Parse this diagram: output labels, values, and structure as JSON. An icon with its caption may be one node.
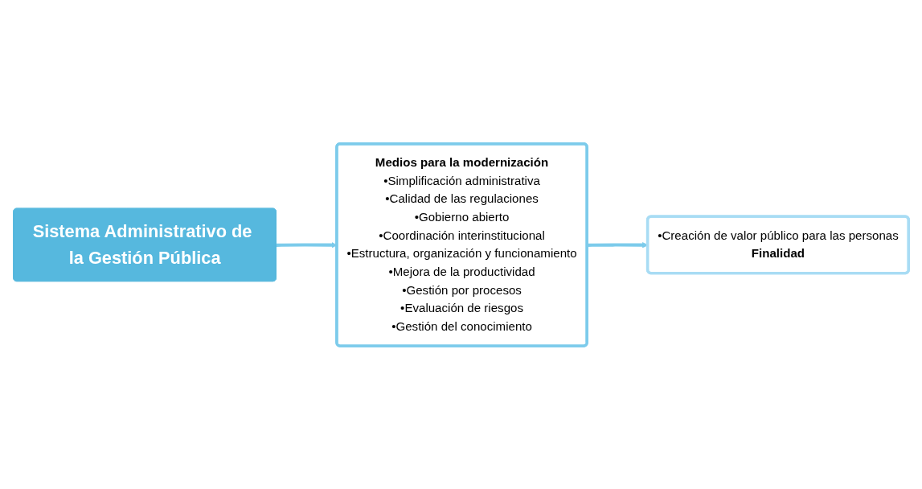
{
  "diagram": {
    "nodes": [
      {
        "text": [
          "Sistema Administrativo de la Gestión Pública"
        ]
      },
      {
        "text": [
          "Medios para la modernización",
          "•Simplificación administrativa",
          "•Calidad de las regulaciones",
          "•Gobierno abierto",
          "•Coordinación interinstitucional",
          "•Estructura, organización y funcionamiento",
          "•Mejora de la productividad",
          "•Gestión por procesos",
          "•Evaluación de riesgos",
          "•Gestión del conocimiento"
        ]
      },
      {
        "text": [
          "•Creación de valor público para las personas",
          "Finalidad"
        ]
      }
    ],
    "edges": [
      {
        "from": 0,
        "to": 1,
        "arrow": "to"
      },
      {
        "from": 1,
        "to": 2,
        "arrow": "to"
      }
    ]
  }
}
